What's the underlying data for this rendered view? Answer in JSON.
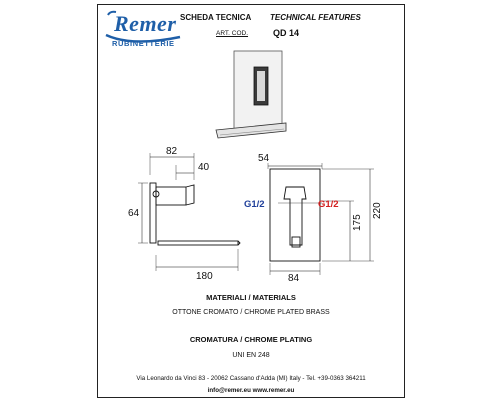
{
  "brand": {
    "name": "Remer",
    "subtitle": "RUBINETTERIE"
  },
  "header": {
    "title_it": "SCHEDA TECNICA",
    "title_en": "TECHNICAL FEATURES",
    "art_label": "ART. COD.",
    "art_code": "QD 14"
  },
  "dimensions": {
    "side_total": "82",
    "side_spout_top": "40",
    "side_height": "64",
    "side_projection": "180",
    "front_width": "54",
    "front_base": "84",
    "front_height": "220",
    "front_center": "175",
    "thread_left": "G1/2",
    "thread_right": "G1/2"
  },
  "materials": {
    "title": "MATERIALI / MATERIALS",
    "line": "OTTONE CROMATO / CHROME PLATED BRASS"
  },
  "plating": {
    "title": "CROMATURA / CHROME PLATING",
    "norm": "UNI EN 248"
  },
  "footer": {
    "address": "Via Leonardo da Vinci 83 - 20062 Cassano d'Adda (MI) Italy - Tel. +39-0363 364211",
    "contacts": "info@remer.eu   www.remer.eu"
  },
  "colors": {
    "brand": "#1f5fa8",
    "thread_left": "#1f3f9a",
    "thread_right": "#d22020"
  }
}
